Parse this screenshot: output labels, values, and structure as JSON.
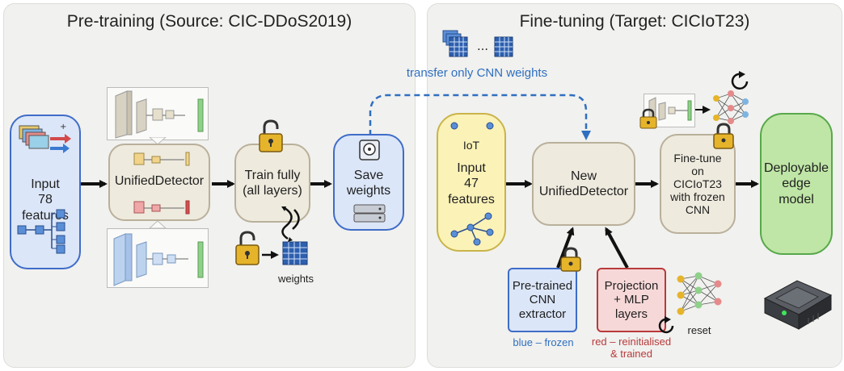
{
  "colors": {
    "blue_fill": "#dbe6f8",
    "blue_border": "#3f6cc8",
    "beige_fill": "#eeeade",
    "beige_border": "#b9b09a",
    "yellow_fill": "#fbf2b8",
    "yellow_border": "#c9b44a",
    "green_fill": "#bfe6a6",
    "green_border": "#57a84a",
    "red_fill": "#f7d8d8",
    "red_border": "#b83a3a",
    "lock": "#e6b42a",
    "arrow": "#111111",
    "dashed": "#2f6fc0"
  },
  "pretraining": {
    "title": "Pre-training (Source: CIC-DDoS2019)",
    "input_label": "Input\n78\nfeatures",
    "detector_label": "UnifiedDetector",
    "train_label": "Train fully\n(all layers)",
    "save_label": "Save\nweights",
    "weights_caption": "weights"
  },
  "transfer": {
    "label": "transfer only CNN weights"
  },
  "finetuning": {
    "title": "Fine-tuning (Target: CICIoT23)",
    "input_label": "Input\n47\nfeatures",
    "iot_label": "IoT",
    "new_detector_label": "New\nUnifiedDetector",
    "finetune_label": "Fine-tune\non\nCICIoT23\nwith frozen\nCNN",
    "deploy_label": "Deployable\nedge\nmodel",
    "pretrained_label": "Pre-trained\nCNN\nextractor",
    "projection_label": "Projection\n+ MLP\nlayers",
    "reset_caption": "reset",
    "legend_blue": "blue – frozen",
    "legend_red": "red – reinitialised\n& trained"
  },
  "icons": [
    "lock-icon",
    "unlock-icon",
    "hard-disk-icon",
    "server-icon",
    "neural-net-icon",
    "refresh-icon",
    "edge-device-icon",
    "weights-grid-icon"
  ]
}
